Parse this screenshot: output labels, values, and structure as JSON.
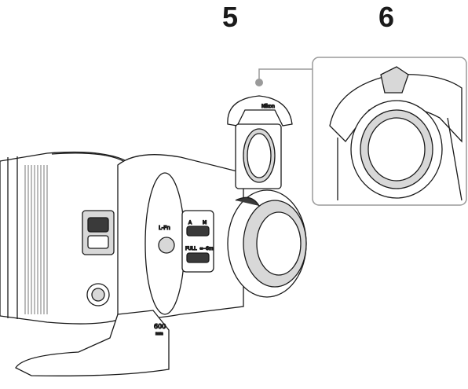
{
  "callouts": {
    "five": "5",
    "six": "6"
  },
  "lens_marks": {
    "focal_length": "600",
    "focal_unit": "mm",
    "af_label": "A",
    "m_label": "M",
    "full_label": "FULL",
    "range_label": "∞–6m",
    "lock_label": "L-Fn",
    "brand": "Nikon"
  },
  "colors": {
    "line": "#1a1a1a",
    "body": "#ffffff",
    "shade": "#d8d8d8",
    "dark": "#3a3a3a",
    "leader": "#9a9a9a",
    "inset_border": "#9a9a9a"
  }
}
